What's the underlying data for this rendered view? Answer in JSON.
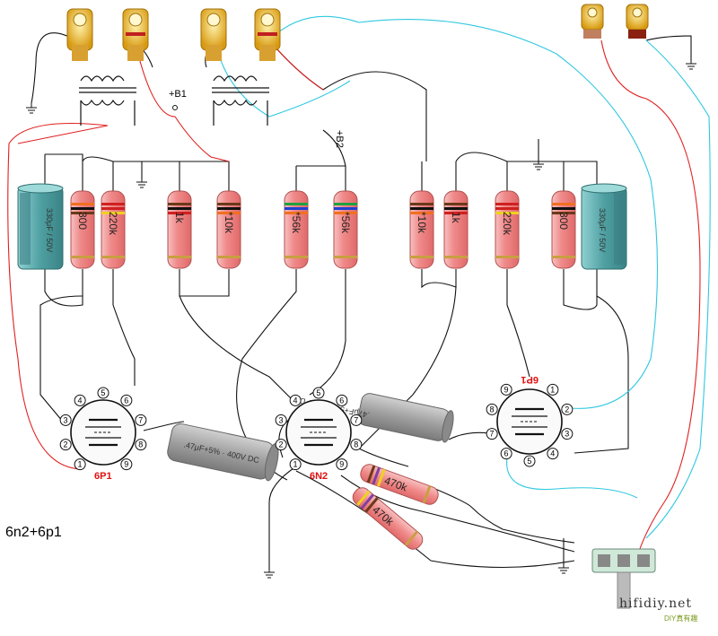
{
  "title": "6n2+6p1",
  "watermark": {
    "brand": "hifidiy.net",
    "sub": "DIY真有趣"
  },
  "rails": {
    "b1": "+B1",
    "b2": "+B2"
  },
  "tubes": [
    {
      "id": "left",
      "label": "6P1"
    },
    {
      "id": "center",
      "label": "6N2"
    },
    {
      "id": "right",
      "label": "6P1"
    }
  ],
  "resistors": [
    {
      "id": "r-left-300",
      "value": "300"
    },
    {
      "id": "r-left-220k",
      "value": "220k"
    },
    {
      "id": "r-left-1k",
      "value": "1k"
    },
    {
      "id": "r-left-10k",
      "value": "*10k"
    },
    {
      "id": "r-left-56k",
      "value": "*56k"
    },
    {
      "id": "r-right-56k",
      "value": "*56k"
    },
    {
      "id": "r-right-10k",
      "value": "*10k"
    },
    {
      "id": "r-right-1k",
      "value": "1k"
    },
    {
      "id": "r-right-220k",
      "value": "220k"
    },
    {
      "id": "r-right-300",
      "value": "300"
    },
    {
      "id": "r-470k-a",
      "value": "470k"
    },
    {
      "id": "r-470k-b",
      "value": "470k"
    }
  ],
  "capacitors": [
    {
      "id": "cap-elec-left",
      "value": "330μF / 50V"
    },
    {
      "id": "cap-elec-right",
      "value": "330μF / 50V"
    },
    {
      "id": "cap-film-left",
      "value": ".47μF+5% · 400V DC"
    },
    {
      "id": "cap-film-right",
      "value": ".47μF+5% · 400V DC"
    }
  ],
  "pins": [
    "1",
    "2",
    "3",
    "4",
    "5",
    "6",
    "7",
    "8",
    "9"
  ],
  "colors": {
    "resistor_body": "#f29a9a",
    "film_cap": "#a8a8a8",
    "elec_cap": "#5fa7a8",
    "wire_black": "#111111",
    "wire_red": "#e02020",
    "wire_cyan": "#30c8e0",
    "jack_gold": "#e8b020",
    "tube_label": "#e01010"
  },
  "icons": [
    "rca-jack-icon",
    "output-transformer-icon",
    "ground-icon",
    "potentiometer-icon",
    "binding-post-icon"
  ]
}
